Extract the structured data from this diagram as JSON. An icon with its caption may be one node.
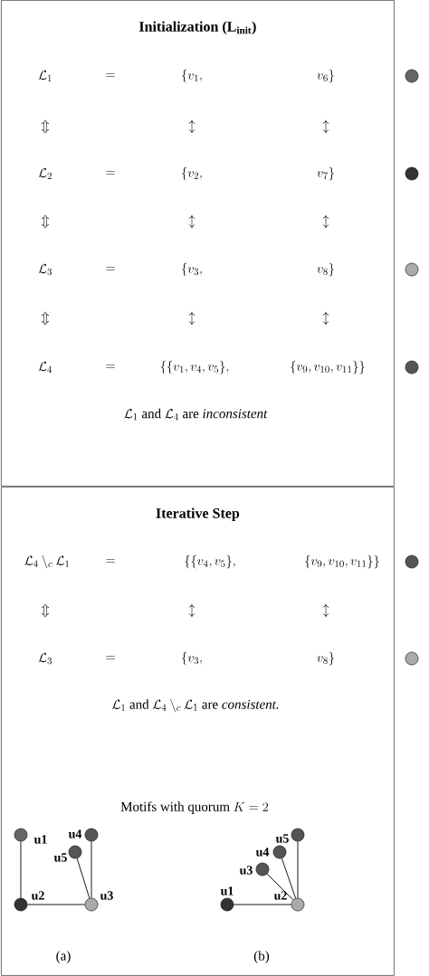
{
  "diagram": {
    "nodes": [
      {
        "text": [
          "Initialization (L$_{init}$)"
        ]
      },
      {
        "text": [
          "Iterative Step"
        ]
      },
      {
        "text": [],
        "shape": "circle"
      },
      {
        "text": [],
        "shape": "circle"
      },
      {
        "text": [],
        "shape": "circle"
      },
      {
        "text": [],
        "shape": "circle"
      },
      {
        "text": [],
        "shape": "circle"
      },
      {
        "text": [],
        "shape": "circle"
      },
      {
        "text": [],
        "shape": "circle",
        "beside": [
          "u1"
        ],
        "in": 1
      },
      {
        "text": [],
        "shape": "circle",
        "beside": [
          "u4"
        ],
        "in": 1
      },
      {
        "text": [],
        "shape": "circle",
        "beside": [
          "u5"
        ],
        "in": 1
      },
      {
        "text": [],
        "shape": "circle",
        "beside": [
          "u2"
        ],
        "in": 1
      },
      {
        "text": [],
        "shape": "circle",
        "beside": [
          "u3"
        ],
        "in": 1
      },
      {
        "text": [],
        "shape": "circle",
        "beside": [
          "u5"
        ],
        "in": 1
      },
      {
        "text": [],
        "shape": "circle",
        "beside": [
          "u4"
        ],
        "in": 1
      },
      {
        "text": [],
        "shape": "circle",
        "beside": [
          "u3"
        ],
        "in": 1
      },
      {
        "text": [],
        "shape": "circle",
        "beside": [
          "u1"
        ],
        "in": 1
      },
      {
        "text": [],
        "shape": "circle",
        "beside": [
          "u2"
        ],
        "in": 1
      }
    ],
    "edges": [
      {
        "from": 8,
        "to": 11,
        "arrow": "none"
      },
      {
        "from": 11,
        "to": 12,
        "arrow": "none"
      },
      {
        "from": 9,
        "to": 12,
        "arrow": "none"
      },
      {
        "from": 10,
        "to": 12,
        "arrow": "none"
      },
      {
        "from": 16,
        "to": 17,
        "arrow": "none"
      },
      {
        "from": 13,
        "to": 17,
        "arrow": "none"
      },
      {
        "from": 14,
        "to": 17,
        "arrow": "none"
      },
      {
        "from": 15,
        "to": 17,
        "arrow": "none"
      }
    ],
    "labels": [
      "\\mathcal{L}_1",
      "=",
      "\\{v_1,",
      "v_6\\}",
      "\\Updownarrow",
      "\\updownarrow",
      "\\updownarrow",
      "\\mathcal{L}_2",
      "=",
      "\\{v_2,",
      "v_7\\}",
      "\\Updownarrow",
      "\\updownarrow",
      "\\updownarrow",
      "\\mathcal{L}_3",
      "=",
      "\\{v_3,",
      "v_8\\}",
      "\\Updownarrow",
      "\\updownarrow",
      "\\updownarrow",
      "\\mathcal{L}_4",
      "=",
      "\\{\\{v_1,v_4,v_5\\},",
      "\\{v_9,v_{10},v_{11}\\}\\}",
      "\\mathcal{L}_1\\text{ and }\\mathcal{L}_4\\text{ are }\\textit{inconsistent}",
      "\\mathcal{L}_4\\setminus_c\\mathcal{L}_1",
      "=",
      "\\{\\{v_4,v_5\\},",
      "\\{v_9,v_{10},v_{11}\\}\\}",
      "\\Updownarrow",
      "\\updownarrow",
      "\\updownarrow",
      "\\mathcal{L}_3",
      "=",
      "\\{v_3,",
      "v_8\\}",
      "\\mathcal{L}_1\\text{ and }\\mathcal{L}_4\\setminus_c\\mathcal{L}_1\\text{ are }\\textit{consistent.}",
      "\\text{Motifs with quorum }K=2",
      "(a)",
      "(b)"
    ]
  }
}
